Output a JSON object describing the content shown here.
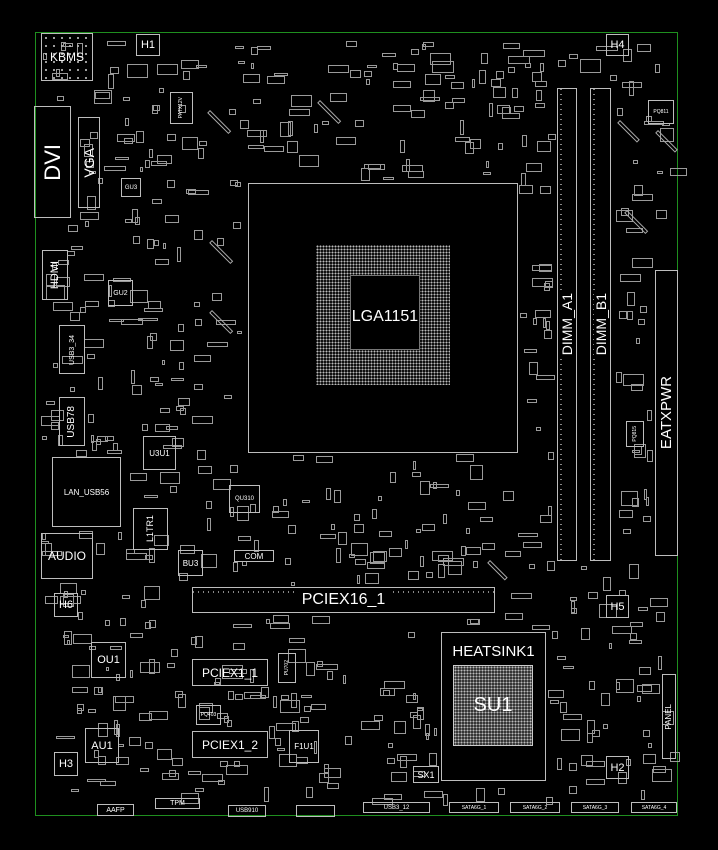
{
  "board": {
    "edge_color": "#1f8f1f",
    "outline_color": "#bdbdbd",
    "components": {
      "kbms": "KBMS",
      "h1": "H1",
      "h2": "H2",
      "h3": "H3",
      "h4": "H4",
      "h5": "H5",
      "h6": "H6",
      "dvi": "DVI",
      "vga": "VGA",
      "gu3": "GU3",
      "gu2": "GU2",
      "hdmi": "HDMI",
      "usb3_34": "USB3_34",
      "usb78": "USB78",
      "u3u1": "U3U1",
      "lan_usb56": "LAN_USB56",
      "audio": "AUDIO",
      "l1tr1": "L1TR1",
      "bu3": "BU3",
      "com": "COM",
      "qu310": "QU310",
      "patx12v": "PATX12V",
      "ou1": "OU1",
      "au1": "AU1",
      "cpu_socket": "LGA1151",
      "dimm_a1": "DIMM_A1",
      "dimm_b1": "DIMM_B1",
      "eatxpwr": "EATXPWR",
      "pq811": "PQ811",
      "pq815": "PQ815",
      "pciex16_1": "PCIEX16_1",
      "pciex1_1": "PCIEX1_1",
      "pciex1_2": "PCIEX1_2",
      "pq403": "PQ403",
      "pu702": "PU702",
      "f1u1": "F1U1",
      "su1": "SU1",
      "heatsink1": "HEATSINK1",
      "sx1": "SX1",
      "panel": "PANEL",
      "aafp": "AAFP",
      "tpm": "TPM",
      "usb910": "USB910",
      "usb3_12": "USB3_12",
      "sata6g_1": "SATA6G_1",
      "sata6g_2": "SATA6G_2",
      "sata6g_3": "SATA6G_3",
      "sata6g_4": "SATA6G_4"
    }
  }
}
